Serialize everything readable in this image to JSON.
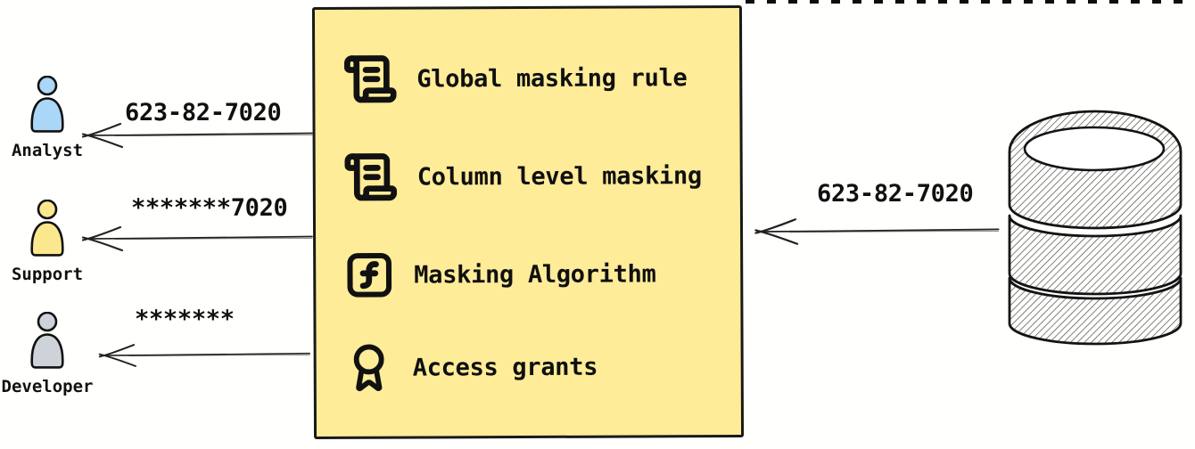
{
  "colors": {
    "background": "#fffffd",
    "box_fill": "#ffec99",
    "outline": "#191919",
    "analyst_fill": "#aad6f7",
    "support_fill": "#fbe88e",
    "developer_fill": "#ced3d9"
  },
  "policy_box": {
    "items": [
      {
        "icon": "scroll-text-icon",
        "label": "Global masking rule"
      },
      {
        "icon": "scroll-text-icon",
        "label": "Column level masking"
      },
      {
        "icon": "function-square-icon",
        "label": "Masking Algorithm"
      },
      {
        "icon": "award-icon",
        "label": "Access grants"
      }
    ]
  },
  "users": [
    {
      "name": "Analyst",
      "masked_value": "623-82-7020",
      "fill": "#aad6f7"
    },
    {
      "name": "Support",
      "masked_value": "*******7020",
      "fill": "#fbe88e"
    },
    {
      "name": "Developer",
      "masked_value": "*******",
      "fill": "#ced3d9"
    }
  ],
  "database": {
    "icon": "database-icon",
    "value_label": "623-82-7020"
  }
}
